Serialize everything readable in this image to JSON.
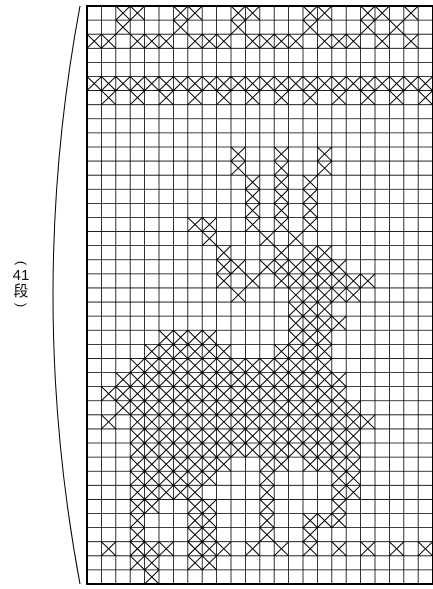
{
  "row_label": {
    "paren_open": "(",
    "number": "41",
    "unit": "段",
    "paren_close": ")"
  },
  "grid": {
    "rows": 41,
    "columns": 24,
    "cross_color": "#000000",
    "line_color": "#000000",
    "background": "#ffffff"
  },
  "crosses": [
    [
      0,
      [
        2,
        3,
        6,
        7,
        10,
        11,
        15,
        16,
        19,
        20,
        22
      ]
    ],
    [
      1,
      [
        2,
        6,
        10,
        15,
        19,
        21
      ]
    ],
    [
      2,
      [
        0,
        1,
        3,
        4,
        5,
        7,
        8,
        9,
        11,
        12,
        13,
        14,
        16,
        17,
        18,
        20,
        22
      ]
    ],
    [
      5,
      [
        0,
        1,
        2,
        3,
        4,
        5,
        6,
        7,
        8,
        9,
        10,
        11,
        12,
        13,
        14,
        15,
        16,
        17,
        18,
        19,
        20,
        21,
        22,
        23
      ]
    ],
    [
      6,
      [
        1,
        3,
        5,
        7,
        9,
        11,
        13,
        15,
        17,
        19,
        21,
        23
      ]
    ],
    [
      10,
      [
        10,
        13,
        16
      ]
    ],
    [
      11,
      [
        10,
        13,
        16
      ]
    ],
    [
      12,
      [
        11,
        13,
        15
      ]
    ],
    [
      13,
      [
        11,
        13,
        15
      ]
    ],
    [
      14,
      [
        11,
        13,
        15
      ]
    ],
    [
      15,
      [
        7,
        8,
        11,
        13,
        15
      ]
    ],
    [
      16,
      [
        8,
        12,
        14
      ]
    ],
    [
      17,
      [
        9,
        13,
        15,
        16
      ]
    ],
    [
      18,
      [
        9,
        10,
        12,
        13,
        14,
        15,
        16,
        17
      ]
    ],
    [
      19,
      [
        9,
        11,
        13,
        14,
        15,
        16,
        17,
        18,
        19
      ]
    ],
    [
      20,
      [
        10,
        14,
        15,
        16,
        17,
        18
      ]
    ],
    [
      21,
      [
        14,
        15,
        16
      ]
    ],
    [
      22,
      [
        14,
        15,
        16,
        17
      ]
    ],
    [
      23,
      [
        5,
        6,
        7,
        8,
        14,
        15,
        16
      ]
    ],
    [
      24,
      [
        4,
        5,
        6,
        7,
        8,
        9,
        13,
        14,
        15,
        16
      ]
    ],
    [
      25,
      [
        3,
        4,
        5,
        6,
        7,
        8,
        9,
        10,
        11,
        12,
        13,
        14,
        15,
        16
      ]
    ],
    [
      26,
      [
        2,
        3,
        4,
        5,
        6,
        7,
        8,
        9,
        10,
        11,
        12,
        13,
        14,
        15,
        16,
        17
      ]
    ],
    [
      27,
      [
        1,
        2,
        3,
        4,
        5,
        6,
        7,
        8,
        9,
        10,
        11,
        12,
        13,
        14,
        15,
        16,
        17
      ]
    ],
    [
      28,
      [
        2,
        3,
        4,
        5,
        6,
        7,
        8,
        9,
        10,
        11,
        12,
        13,
        14,
        15,
        16,
        17,
        18
      ]
    ],
    [
      29,
      [
        1,
        3,
        4,
        5,
        6,
        7,
        8,
        9,
        10,
        11,
        12,
        13,
        14,
        15,
        16,
        17,
        18,
        19
      ]
    ],
    [
      30,
      [
        3,
        4,
        5,
        6,
        7,
        8,
        9,
        10,
        11,
        12,
        13,
        14,
        15,
        16,
        17,
        18
      ]
    ],
    [
      31,
      [
        3,
        4,
        5,
        6,
        7,
        8,
        9,
        10,
        11,
        12,
        13,
        14,
        15,
        16,
        17,
        18
      ]
    ],
    [
      32,
      [
        3,
        4,
        5,
        6,
        7,
        8,
        9,
        12,
        13,
        15,
        16,
        17,
        18
      ]
    ],
    [
      33,
      [
        3,
        4,
        5,
        6,
        7,
        8,
        12,
        17,
        18
      ]
    ],
    [
      34,
      [
        3,
        4,
        5,
        6,
        7,
        12,
        17,
        18
      ]
    ],
    [
      35,
      [
        3,
        4,
        7,
        8,
        12,
        17
      ]
    ],
    [
      36,
      [
        3,
        7,
        8,
        12,
        15,
        16,
        17
      ]
    ],
    [
      37,
      [
        3,
        7,
        8,
        12,
        15
      ]
    ],
    [
      38,
      [
        3,
        4,
        7,
        8
      ]
    ],
    [
      39,
      [
        3,
        4,
        7,
        8
      ]
    ],
    [
      40,
      [
        4
      ]
    ]
  ],
  "crosses_bottom_border": [
    1,
    3,
    5,
    7,
    9,
    11,
    13,
    15,
    17,
    19,
    21,
    23
  ]
}
